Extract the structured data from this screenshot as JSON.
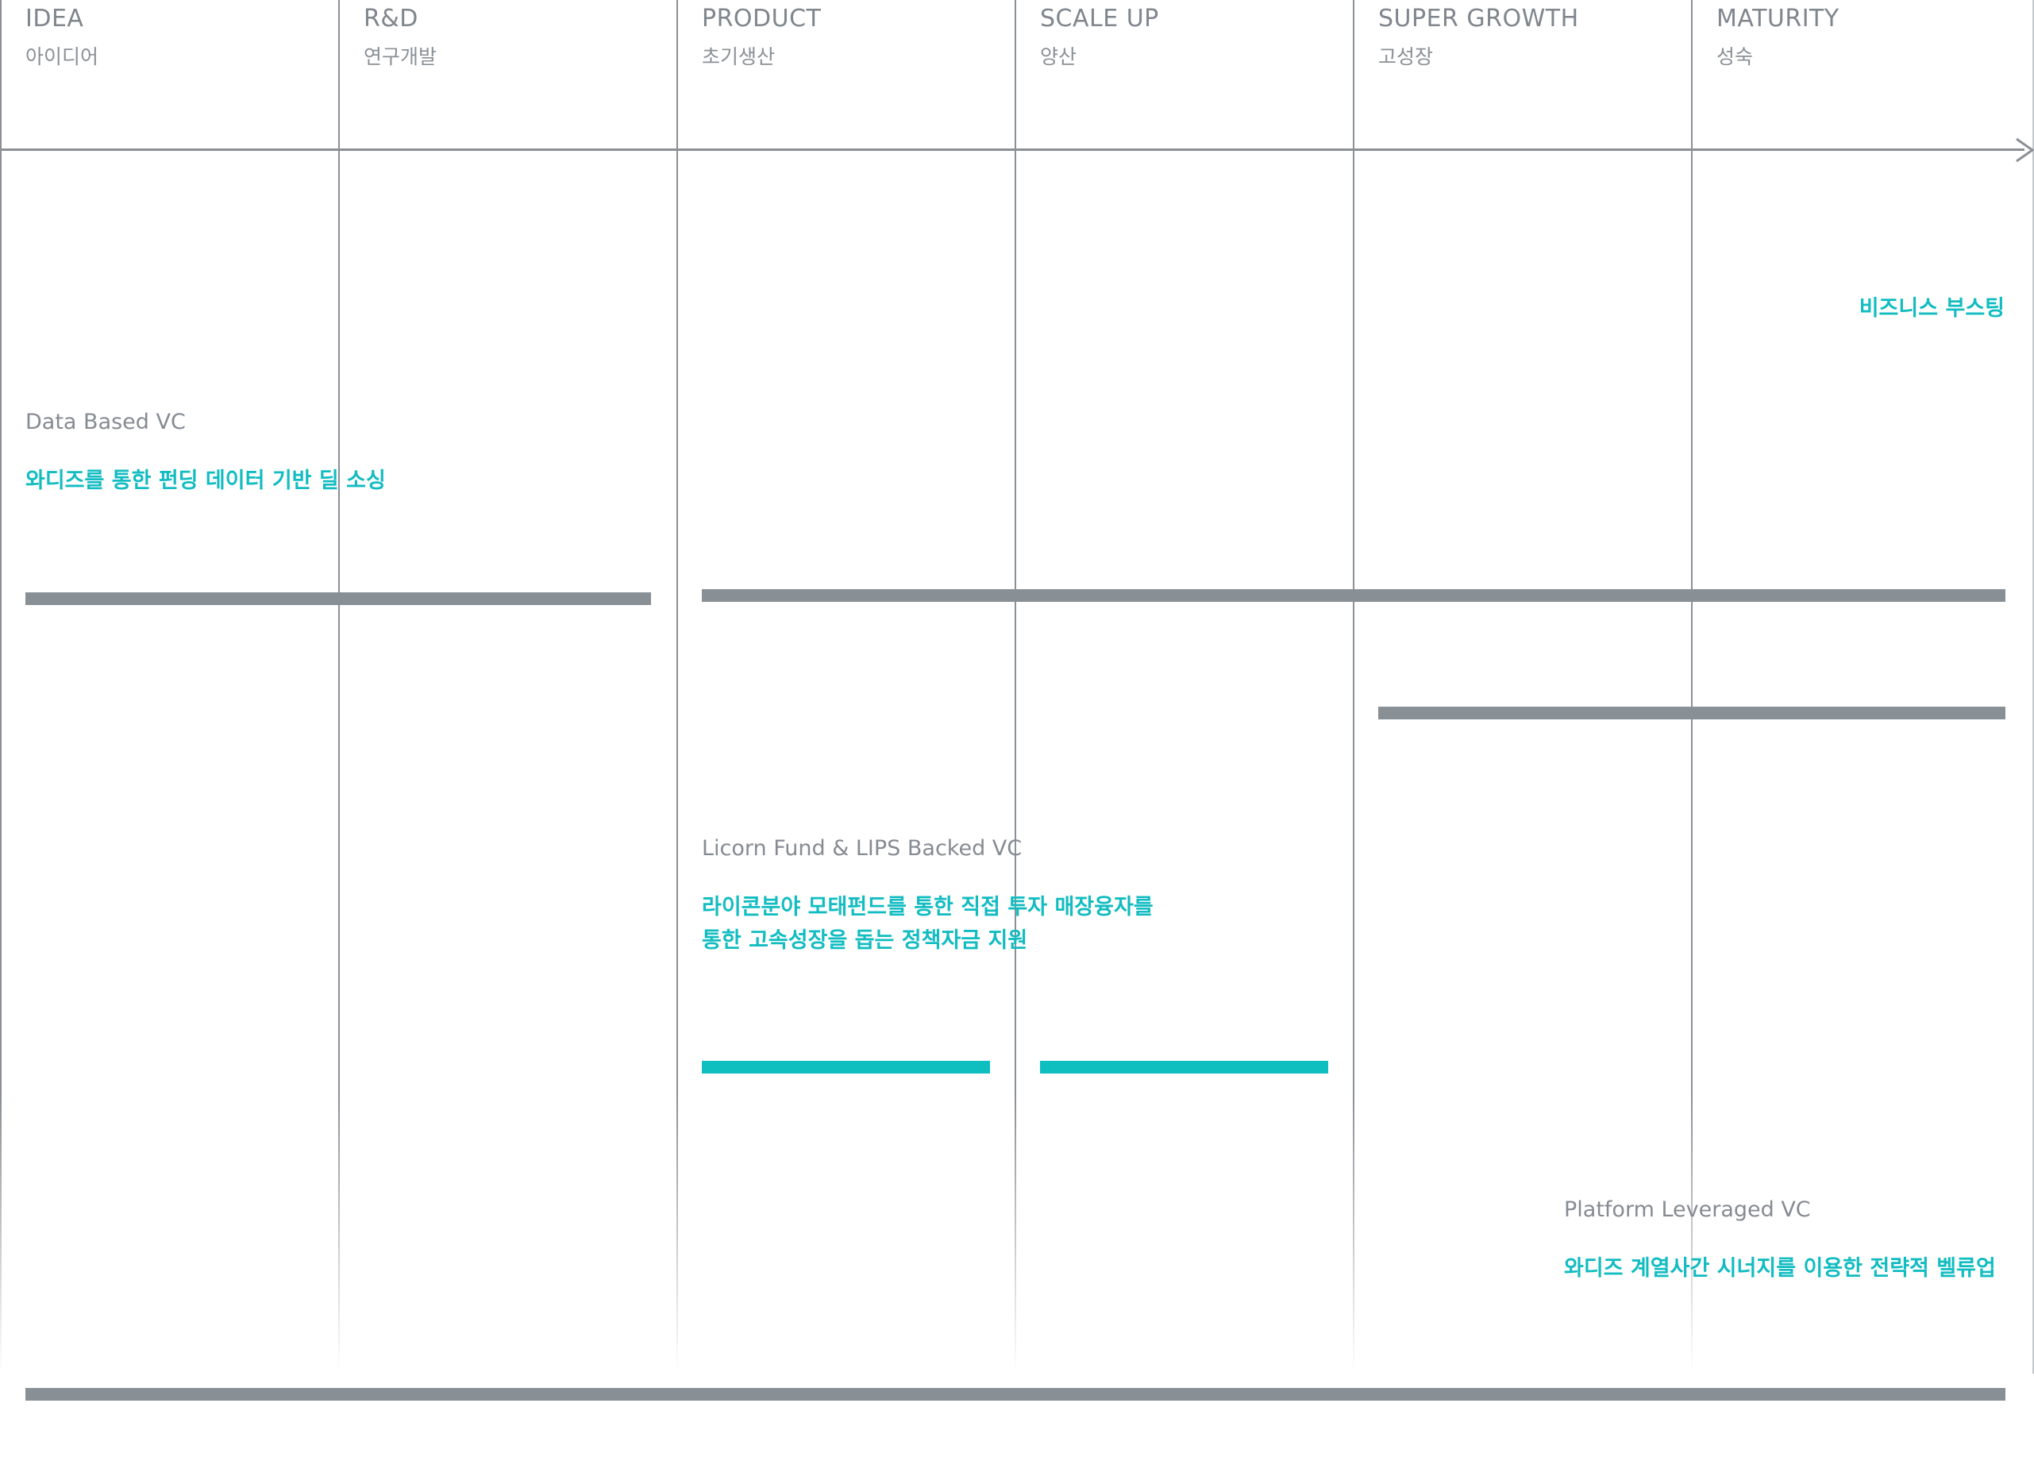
{
  "stages": [
    {
      "en": "IDEA",
      "ko": "아이디어"
    },
    {
      "en": "R&D",
      "ko": "연구개발"
    },
    {
      "en": "PRODUCT",
      "ko": "초기생산"
    },
    {
      "en": "SCALE UP",
      "ko": "양산"
    },
    {
      "en": "SUPER GROWTH",
      "ko": "고성장"
    },
    {
      "en": "MATURITY",
      "ko": "성숙"
    }
  ],
  "programs": {
    "data_based": {
      "title": "Data Based VC",
      "desc": "와디즈를 통한 펀딩 데이터 기반 딜 소싱"
    },
    "licorn": {
      "title": "Licorn Fund & LIPS Backed VC",
      "desc_line1": "라이콘분야 모태펀드를 통한 직접 투자 매장융자를",
      "desc_line2": "통한 고속성장을 돕는 정책자금 지원"
    },
    "platform": {
      "title": "Platform Leveraged VC",
      "desc": "와디즈 계열사간 시너지를 이용한 전략적 벨류업"
    },
    "boosting": {
      "desc": "비즈니스 부스팅"
    }
  },
  "colors": {
    "line": "#8b9096",
    "bar_gray": "#889096",
    "accent_teal": "#12bcc1",
    "text_gray": "#7f868d"
  },
  "icons": {
    "axis_end": "arrow-right-icon"
  }
}
